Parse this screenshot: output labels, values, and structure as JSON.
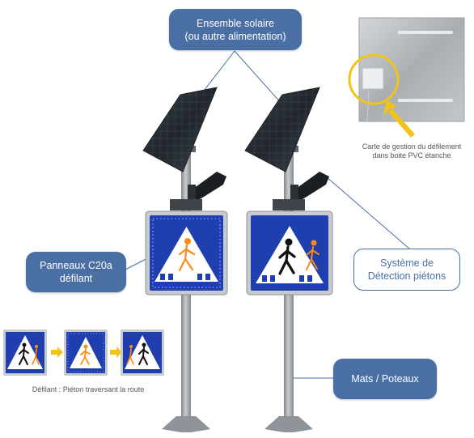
{
  "callouts": {
    "solar": {
      "line1": "Ensemble solaire",
      "line2": "(ou autre alimentation)"
    },
    "panels": {
      "line1": "Panneaux C20a",
      "line2": "défilant"
    },
    "detection": {
      "line1": "Système de",
      "line2": "Détection piétons"
    },
    "poles": {
      "label": "Mats / Poteaux"
    }
  },
  "captions": {
    "card": {
      "line1": "Carte de gestion du défilement",
      "line2": "dans boite PVC étanche"
    },
    "scroll": "Défilant : Piéton traversant la route"
  },
  "icons": {
    "pedestrian": "pedestrian-crossing-icon",
    "arrow": "arrow-right-icon"
  },
  "colors": {
    "callout_fill": "#4a6fa5",
    "sign_blue": "#1f3fae",
    "led_blue": "#5a7cff",
    "led_orange": "#ff8a1a",
    "highlight_yellow": "#f2c318",
    "pole_gray": "#9aa0a6"
  }
}
